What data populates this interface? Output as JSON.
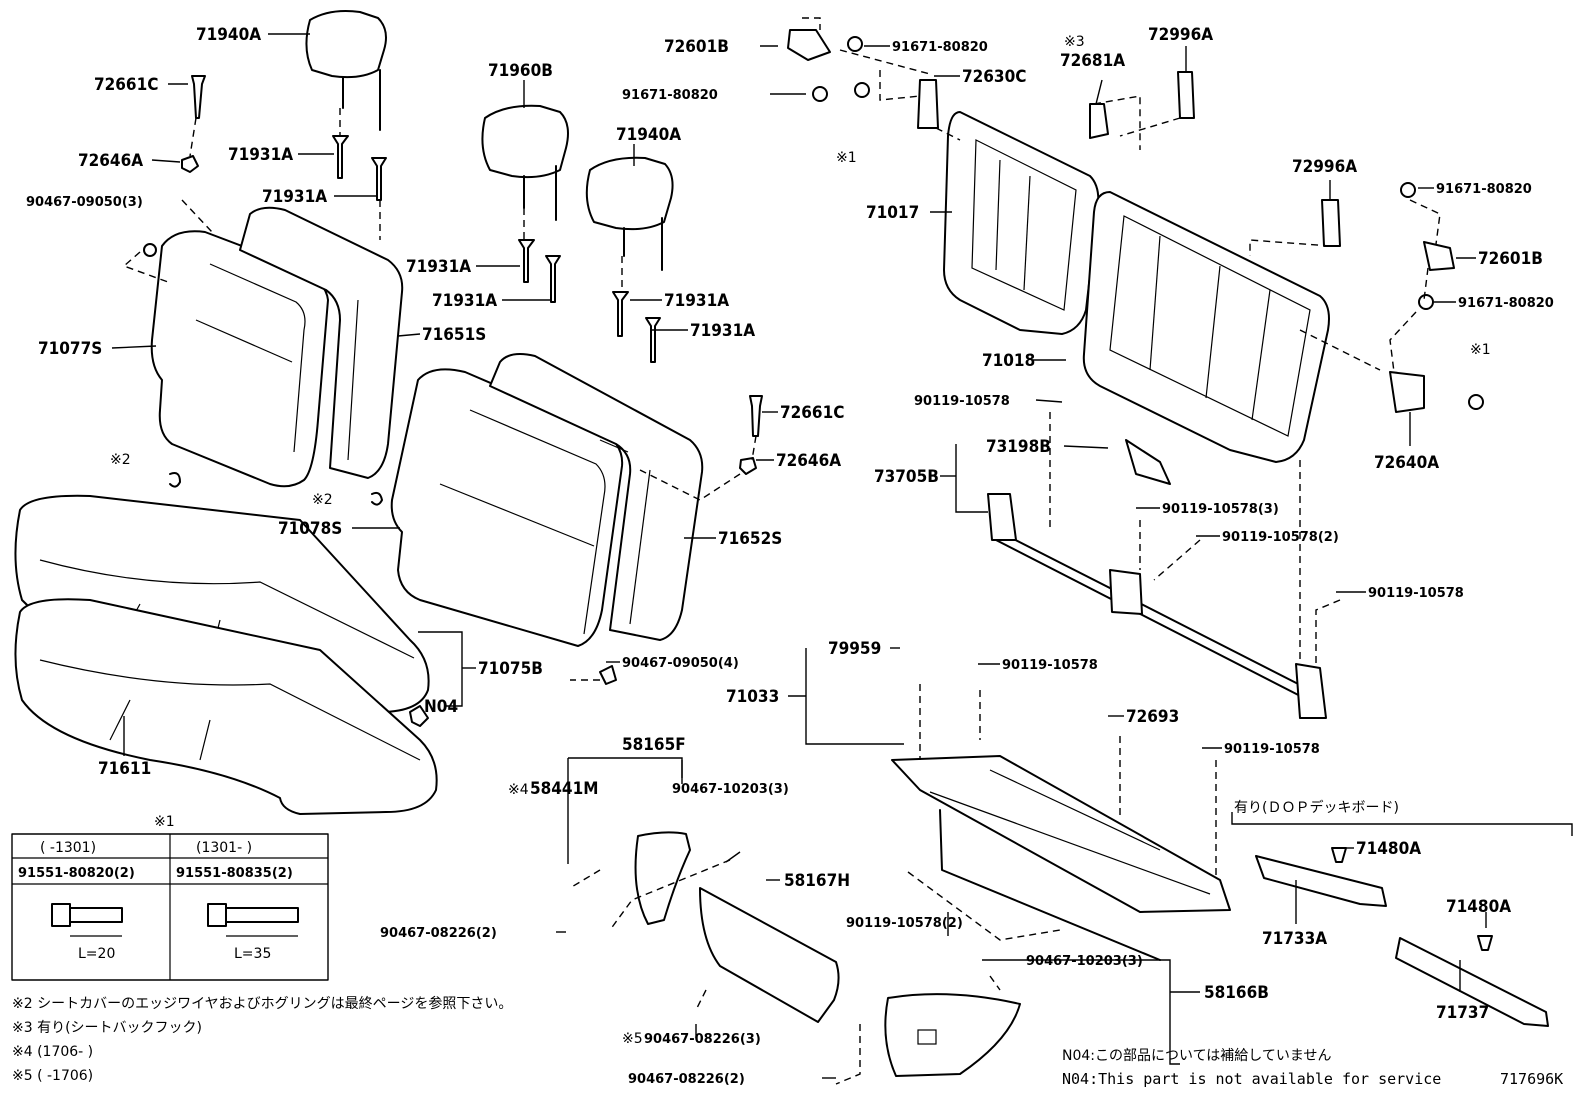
{
  "labels": {
    "l71940A_1": "71940A",
    "l72661C_1": "72661C",
    "l72646A_1": "72646A",
    "l71931A_1": "71931A",
    "l71931A_2": "71931A",
    "l90467_09050_3": "90467-09050(3)",
    "l71960B": "71960B",
    "l71940A_2": "71940A",
    "l71931A_3": "71931A",
    "l71931A_4": "71931A",
    "l71931A_5": "71931A",
    "l71931A_6": "71931A",
    "l71077S": "71077S",
    "l71651S": "71651S",
    "l72661C_2": "72661C",
    "l72646A_2": "72646A",
    "l71078S": "71078S",
    "l71652S": "71652S",
    "l71075B": "71075B",
    "lN04": "N04",
    "l71611": "71611",
    "l90467_09050_4": "90467-09050(4)",
    "l72601B_1": "72601B",
    "l91671_80820_1": "91671-80820",
    "l91671_80820_2": "91671-80820",
    "l72630C": "72630C",
    "l72681A": "72681A",
    "l72996A_1": "72996A",
    "l71017": "71017",
    "l72996A_2": "72996A",
    "l91671_80820_3": "91671-80820",
    "l72601B_2": "72601B",
    "l91671_80820_4": "91671-80820",
    "l71018": "71018",
    "l72640A": "72640A",
    "l90119_10578_1": "90119-10578",
    "l73198B": "73198B",
    "l73705B": "73705B",
    "l90119_10578_3": "90119-10578(3)",
    "l90119_10578_2": "90119-10578(2)",
    "l90119_10578_r": "90119-10578",
    "l79959": "79959",
    "l71033": "71033",
    "l90119_10578_c": "90119-10578",
    "l72693": "72693",
    "l90119_10578_d": "90119-10578",
    "l58165F": "58165F",
    "l58441M": "58441M",
    "l90467_10203_3a": "90467-10203(3)",
    "l58167H": "58167H",
    "l90467_08226_2a": "90467-08226(2)",
    "l90119_10578_2b": "90119-10578(2)",
    "l90467_10203_3b": "90467-10203(3)",
    "l58166B": "58166B",
    "l90467_08226_3": "90467-08226(3)",
    "l90467_08226_2b": "90467-08226(2)",
    "l71480A_1": "71480A",
    "l71733A": "71733A",
    "l71480A_2": "71480A",
    "l71737": "71737",
    "dop_header": "有り(ＤＯＰデッキボード)",
    "mark1": "※1",
    "mark1b": "※1",
    "mark1c": "※1",
    "mark2a": "※2",
    "mark2b": "※2",
    "mark3": "※3",
    "mark4": "※4",
    "mark5": "※5"
  },
  "table": {
    "title": "※1",
    "col1_range": "(      -1301)",
    "col2_range": "(1301-      )",
    "col1_part": "91551-80820(2)",
    "col2_part": "91551-80835(2)",
    "col1_len": "L=20",
    "col2_len": "L=35"
  },
  "notes": [
    "※2 シートカバーのエッジワイヤおよびホグリングは最終ページを参照下さい。",
    "※3 有り(シートバックフック)",
    "※4 (1706-    )",
    "※5 (    -1706)"
  ],
  "footnotes": {
    "n04_jp": "N04:この部品については補給していません",
    "n04_en": "N04:This part is not available for service",
    "diagram_id": "717696K"
  }
}
